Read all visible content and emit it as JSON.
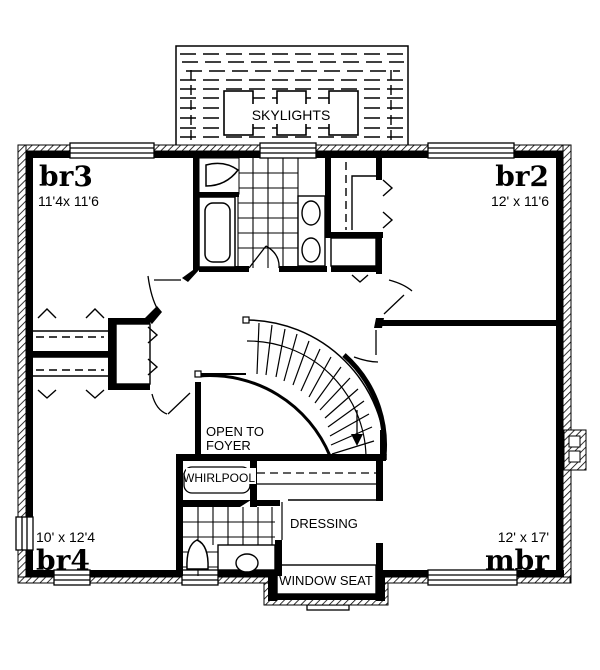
{
  "diagram": {
    "type": "floor-plan",
    "level": "upper floor",
    "colors": {
      "ink": "#000000",
      "paper": "#ffffff"
    }
  },
  "rooms": {
    "br3": {
      "name": "br3",
      "dimensions": "11'4x 11'6"
    },
    "br2": {
      "name": "br2",
      "dimensions": "12' x 11'6"
    },
    "br4": {
      "name": "br4",
      "dimensions": "10' x 12'4"
    },
    "mbr": {
      "name": "mbr",
      "dimensions": "12' x 17'"
    }
  },
  "labels": {
    "skylights": "SKYLIGHTS",
    "open_to_foyer_line1": "OPEN TO",
    "open_to_foyer_line2": "FOYER",
    "whirlpool": "WHIRLPOOL",
    "dressing": "DRESSING",
    "window_seat": "WINDOW SEAT"
  }
}
